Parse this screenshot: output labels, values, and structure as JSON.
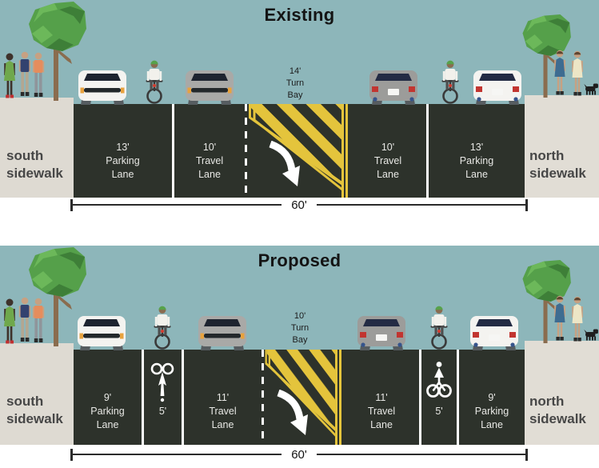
{
  "panels": {
    "existing": {
      "title": "Existing",
      "turn_bay_label": "14'\nTurn\nBay",
      "left_sidewalk_label": "south\nsidewalk",
      "right_sidewalk_label": "north\nsidewalk",
      "total_width_label": "60'",
      "lanes": {
        "west_parking": "13'\nParking\nLane",
        "west_travel": "10'\nTravel\nLane",
        "east_travel": "10'\nTravel\nLane",
        "east_parking": "13'\nParking\nLane"
      }
    },
    "proposed": {
      "title": "Proposed",
      "turn_bay_label": "10'\nTurn\nBay",
      "left_sidewalk_label": "south\nsidewalk",
      "right_sidewalk_label": "north\nsidewalk",
      "total_width_label": "60'",
      "lanes": {
        "west_parking": "9'\nParking\nLane",
        "west_bike": "5'",
        "west_travel": "11'\nTravel\nLane",
        "east_travel": "11'\nTravel\nLane",
        "east_bike": "5'",
        "east_parking": "9'\nParking\nLane"
      }
    }
  },
  "colors": {
    "sky": "#8DB6BA",
    "road": "#2D322B",
    "sidewalk": "#DEDAD2",
    "marking_yellow": "#E4C43C",
    "marking_white": "#FFFFFF",
    "title_text": "#141414",
    "lane_text": "#E8E8E5",
    "sidewalk_text": "#474747"
  },
  "icons": {
    "tree-icon": "green polygon foliage with brown trunk",
    "pedestrian-icon": "flat walking person figure",
    "dog-icon": "small black dog",
    "car-front-icon": "car front view with windshield and grille",
    "car-rear-icon": "car rear view with taillights and plate",
    "cyclist-icon": "rider with green helmet on bicycle",
    "bike-lane-symbol-icon": "white bicycle pavement stencil",
    "turn-arrow-icon": "white curved turn arrow pavement marking",
    "chevron-hatch-icon": "yellow diagonal gore hatching"
  }
}
